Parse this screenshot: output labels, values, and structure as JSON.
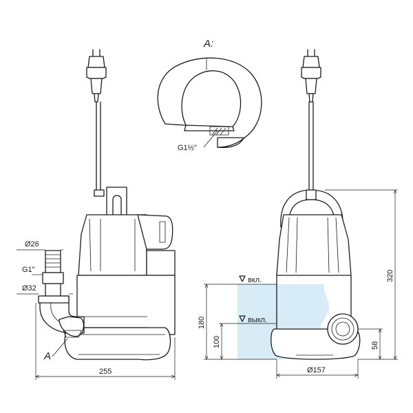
{
  "labels": {
    "detail_title": "A:",
    "detail_marker": "A",
    "thread_detail": "G1½\"",
    "d26": "Ø26",
    "g1": "G1\"",
    "d32": "Ø32",
    "width_255": "255",
    "height_180": "180",
    "height_100": "100",
    "on_level": "вкл.",
    "off_level": "выкл.",
    "height_320": "320",
    "height_58": "58",
    "d157": "Ø157"
  },
  "colors": {
    "line": "#1a1a1a",
    "water": "#d7ecf7",
    "background": "#ffffff"
  }
}
